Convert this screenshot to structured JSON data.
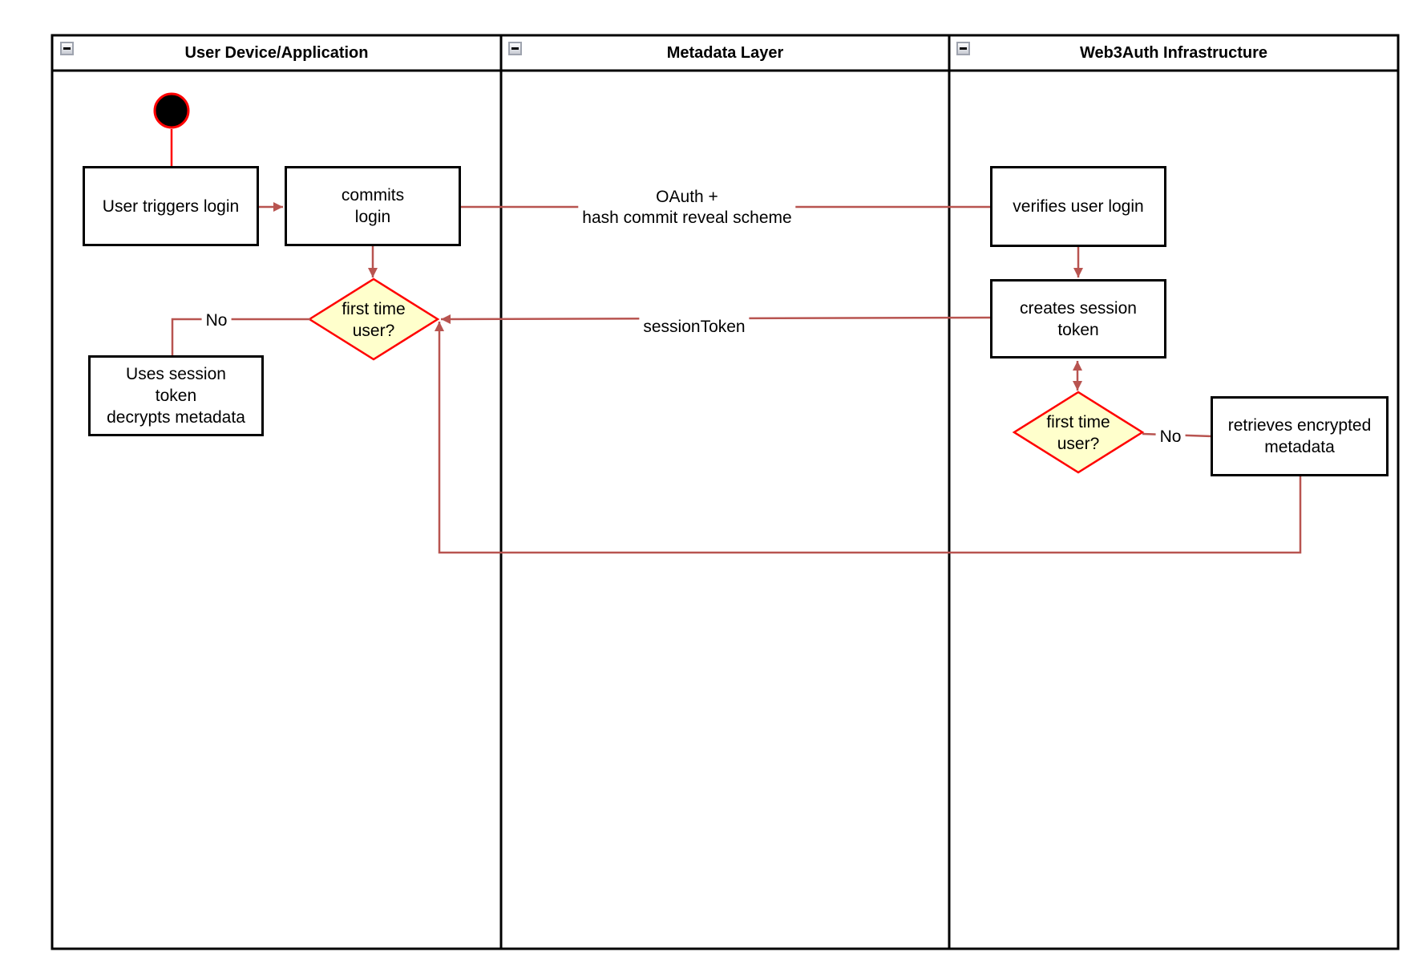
{
  "colors": {
    "connector": "#b85450",
    "accent_red": "#ff0000",
    "decision_fill": "#ffffcc",
    "shape_border": "#000000"
  },
  "lanes": [
    {
      "title": "User Device/Application"
    },
    {
      "title": "Metadata Layer"
    },
    {
      "title": "Web3Auth Infrastructure"
    }
  ],
  "nodes": {
    "user_triggers_login": "User triggers login",
    "commits_login": "commits\nlogin",
    "uses_session_token": "Uses session\ntoken\ndecrypts metadata",
    "verifies_user_login": "verifies user login",
    "creates_session_token": "creates session\ntoken",
    "retrieves_encrypted_metadata": "retrieves encrypted\nmetadata",
    "decision_device": "first time\nuser?",
    "decision_web3auth": "first time\nuser?"
  },
  "edge_labels": {
    "oauth": "OAuth +\nhash commit reveal scheme",
    "session_token": "sessionToken",
    "no_device": "No",
    "no_web3auth": "No"
  }
}
